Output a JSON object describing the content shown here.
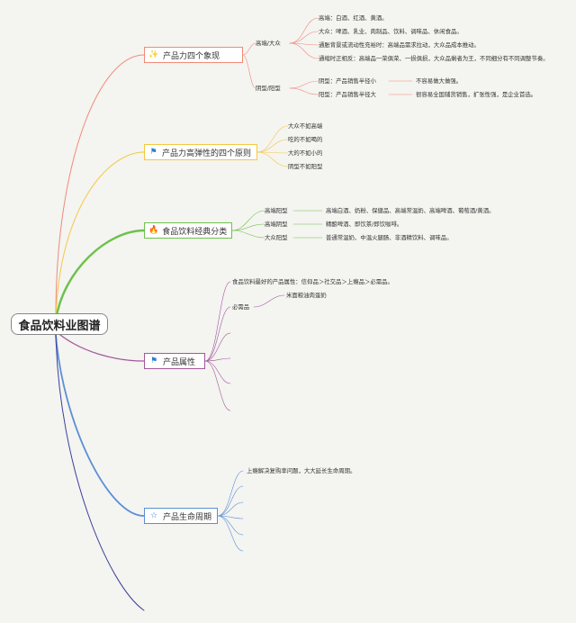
{
  "root": "食品饮料业图谱",
  "branches": {
    "b1": {
      "label": "产品力四个象现",
      "icon": "sparkle-icon",
      "groups": {
        "g1": {
          "label": "高端/大众",
          "items": [
            "高端：白酒、红酒、黄酒。",
            "大众：啤酒、乳业、肉制品、饮料、调味品、休闲食品。",
            "通胀背景或流动性充裕时：高端品需求拉动，大众品成本推动。",
            "通缩时正相反：高端品一荣俱荣、一损俱损，大众品剩者为王，不同细分有不同调整节奏。"
          ]
        },
        "g2": {
          "label": "阴型/阳型",
          "items": [
            {
              "text": "阴型：产品销售半径小",
              "note": "不容易做大做强。"
            },
            {
              "text": "阳型：产品销售半径大",
              "note": "很容易全国辅货销售，扩张性强，是企业首选。"
            }
          ]
        }
      }
    },
    "b2": {
      "label": "产品力高弹性的四个原则",
      "icon": "flag-icon",
      "items": [
        "大众不如高端",
        "吃的不如喝的",
        "大的不如小的",
        "阴型不如阳型"
      ]
    },
    "b3": {
      "label": "食品饮料经典分类",
      "icon": "flame-icon",
      "rows": [
        {
          "label": "高端阳型",
          "value": "高端白酒、奶粉、保健品、高端常温奶、高端啤酒、葡萄酒/黄酒。"
        },
        {
          "label": "高端阴型",
          "value": "精酿啤酒、即饮茶/即饮咖啡。"
        },
        {
          "label": "大众阳型",
          "value": "普通常温奶、中温火腿肠、非酒精饮料、调味品。"
        }
      ]
    },
    "b4": {
      "label": "产品属性",
      "icon": "flag-icon",
      "attr": "食品饮料最好的产品属性：信仰品＞社交品＞上瘾品＞必需品。",
      "necessity": "必需品",
      "necessity_items": "米面粮油肉蛋奶"
    },
    "b5": {
      "label": "产品生命周期",
      "icon": "star-icon",
      "first": "上瘾解决复购率问题，大大延长生命周期。"
    }
  },
  "colors": {
    "b1": "#f08a78",
    "b2": "#f5c842",
    "b3": "#6cc24a",
    "b4": "#a05a9a",
    "b5": "#5b8fd6",
    "extra": "#3a3f9a",
    "sub": "#b0b0b0"
  }
}
